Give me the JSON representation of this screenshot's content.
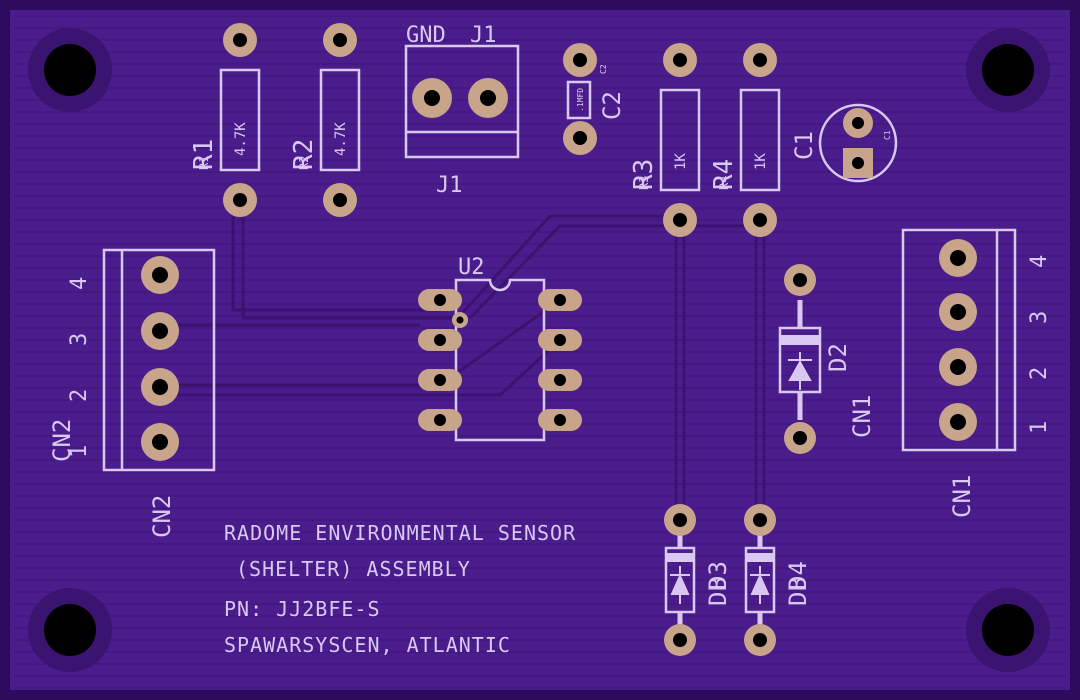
{
  "colors": {
    "board": "#4b1d8c",
    "board_dark": "#3a1473",
    "edge": "#2c0a5c",
    "silk": "#d9c8f2",
    "pad": "#c8a48b",
    "drill": "#000000",
    "mount_ring": "#3a1470",
    "trace": "#3d1677"
  },
  "board_text": {
    "line1": "RADOME ENVIRONMENTAL SENSOR",
    "line2": "(SHELTER) ASSEMBLY",
    "line3": "PN: JJ2BFE-S",
    "line4": "SPAWARSYSCEN, ATLANTIC"
  },
  "labels": {
    "r1": "R1",
    "r1_small": "R1",
    "r1_value": "4.7K",
    "r2": "R2",
    "r2_small": "R2",
    "r2_value": "4.7K",
    "r3": "R3",
    "r3_small": "R3",
    "r3_value": "1K",
    "r4": "R4",
    "r4_small": "R4",
    "r4_value": "1K",
    "j1_top": "J1",
    "j1_bottom": "J1",
    "gnd": "GND",
    "c1": "C1",
    "c1_small": "C1",
    "c2": "C2",
    "c2_small": "C2",
    "c2_value": ".1MFD",
    "u2": "U2",
    "d2": "D2",
    "d3": "D3",
    "d4": "D4",
    "db_prefix": "DB",
    "cn1_side": "CN1",
    "cn1_bottom": "CN1",
    "cn2_side": "CN2",
    "cn2_bottom": "CN2",
    "pins": [
      "1",
      "2",
      "3",
      "4"
    ]
  }
}
